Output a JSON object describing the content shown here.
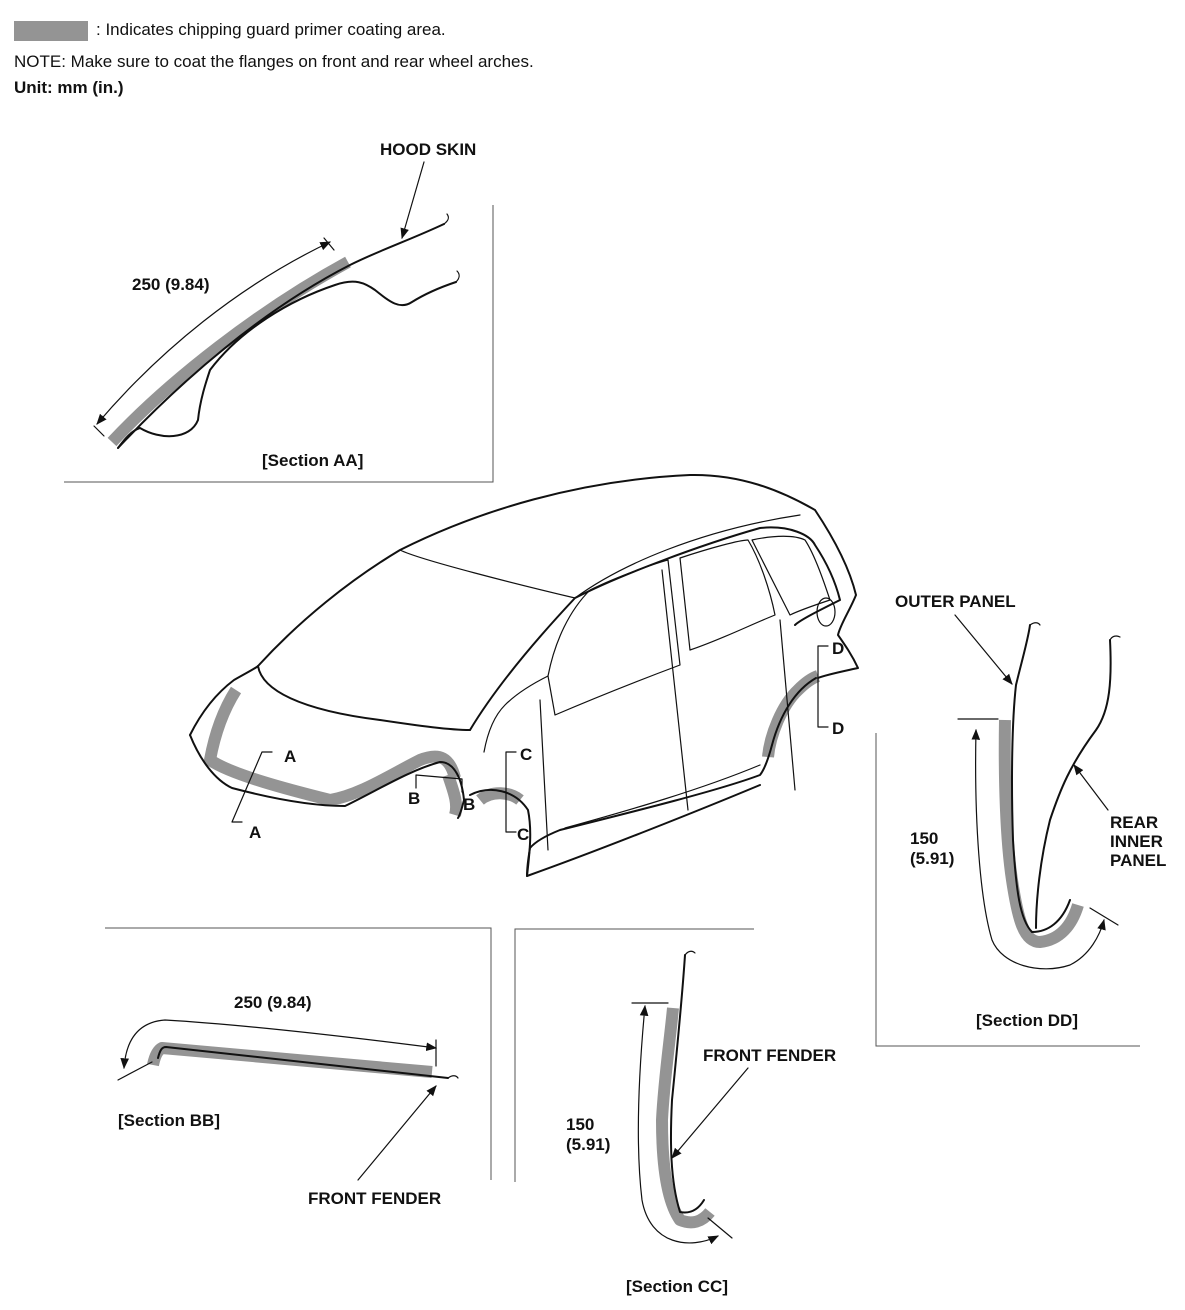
{
  "legend": {
    "text": ": Indicates chipping guard primer coating area.",
    "swatch_color": "#949494"
  },
  "note": "NOTE: Make sure to coat the flanges on front and rear wheel arches.",
  "unit": "Unit: mm (in.)",
  "labels": {
    "hood_skin": "HOOD SKIN",
    "outer_panel": "OUTER PANEL",
    "rear_inner_1": "REAR",
    "rear_inner_2": "INNER",
    "rear_inner_3": "PANEL",
    "front_fender_bb": "FRONT FENDER",
    "front_fender_cc": "FRONT FENDER"
  },
  "sections": {
    "aa": "[Section AA]",
    "bb": "[Section BB]",
    "cc": "[Section CC]",
    "dd": "[Section DD]"
  },
  "dimensions": {
    "aa": "250 (9.84)",
    "bb": "250 (9.84)",
    "cc_mm": "150",
    "cc_in": "(5.91)",
    "dd_mm": "150",
    "dd_in": "(5.91)"
  },
  "cut_markers": {
    "a": "A",
    "b": "B",
    "c": "C",
    "d": "D"
  }
}
